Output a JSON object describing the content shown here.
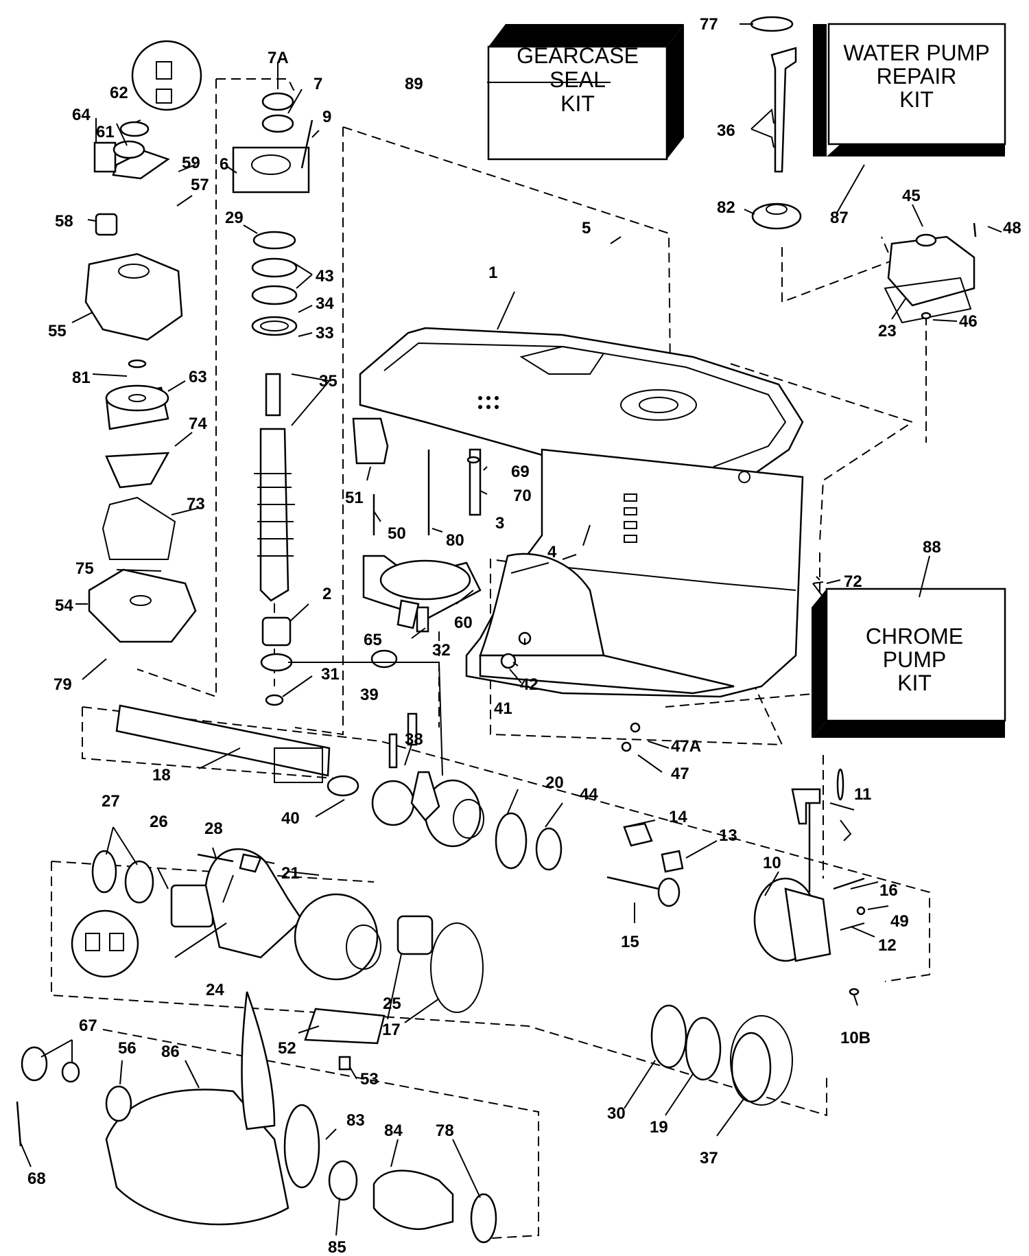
{
  "kits": [
    {
      "id": "gearcase-seal-kit",
      "lines": [
        "GEARCASE",
        "SEAL",
        "KIT"
      ],
      "ref": "89"
    },
    {
      "id": "water-pump-repair-kit",
      "lines": [
        "WATER PUMP",
        "REPAIR",
        "KIT"
      ],
      "ref": "87"
    },
    {
      "id": "chrome-pump-kit",
      "lines": [
        "CHROME",
        "PUMP",
        "KIT"
      ],
      "ref": "88"
    }
  ],
  "callouts": [
    "1",
    "2",
    "3",
    "4",
    "5",
    "6",
    "7",
    "7A",
    "9",
    "10",
    "10B",
    "11",
    "12",
    "13",
    "14",
    "15",
    "16",
    "17",
    "18",
    "19",
    "20",
    "21",
    "23",
    "24",
    "25",
    "26",
    "27",
    "28",
    "29",
    "30",
    "31",
    "32",
    "33",
    "34",
    "35",
    "36",
    "37",
    "38",
    "39",
    "40",
    "41",
    "42",
    "43",
    "44",
    "45",
    "46",
    "47",
    "47A",
    "48",
    "49",
    "50",
    "51",
    "52",
    "53",
    "54",
    "55",
    "56",
    "57",
    "58",
    "59",
    "60",
    "61",
    "62",
    "63",
    "64",
    "65",
    "67",
    "68",
    "69",
    "70",
    "72",
    "73",
    "74",
    "75",
    "77",
    "78",
    "79",
    "80",
    "81",
    "82",
    "83",
    "84",
    "85",
    "86",
    "87",
    "88",
    "89"
  ]
}
